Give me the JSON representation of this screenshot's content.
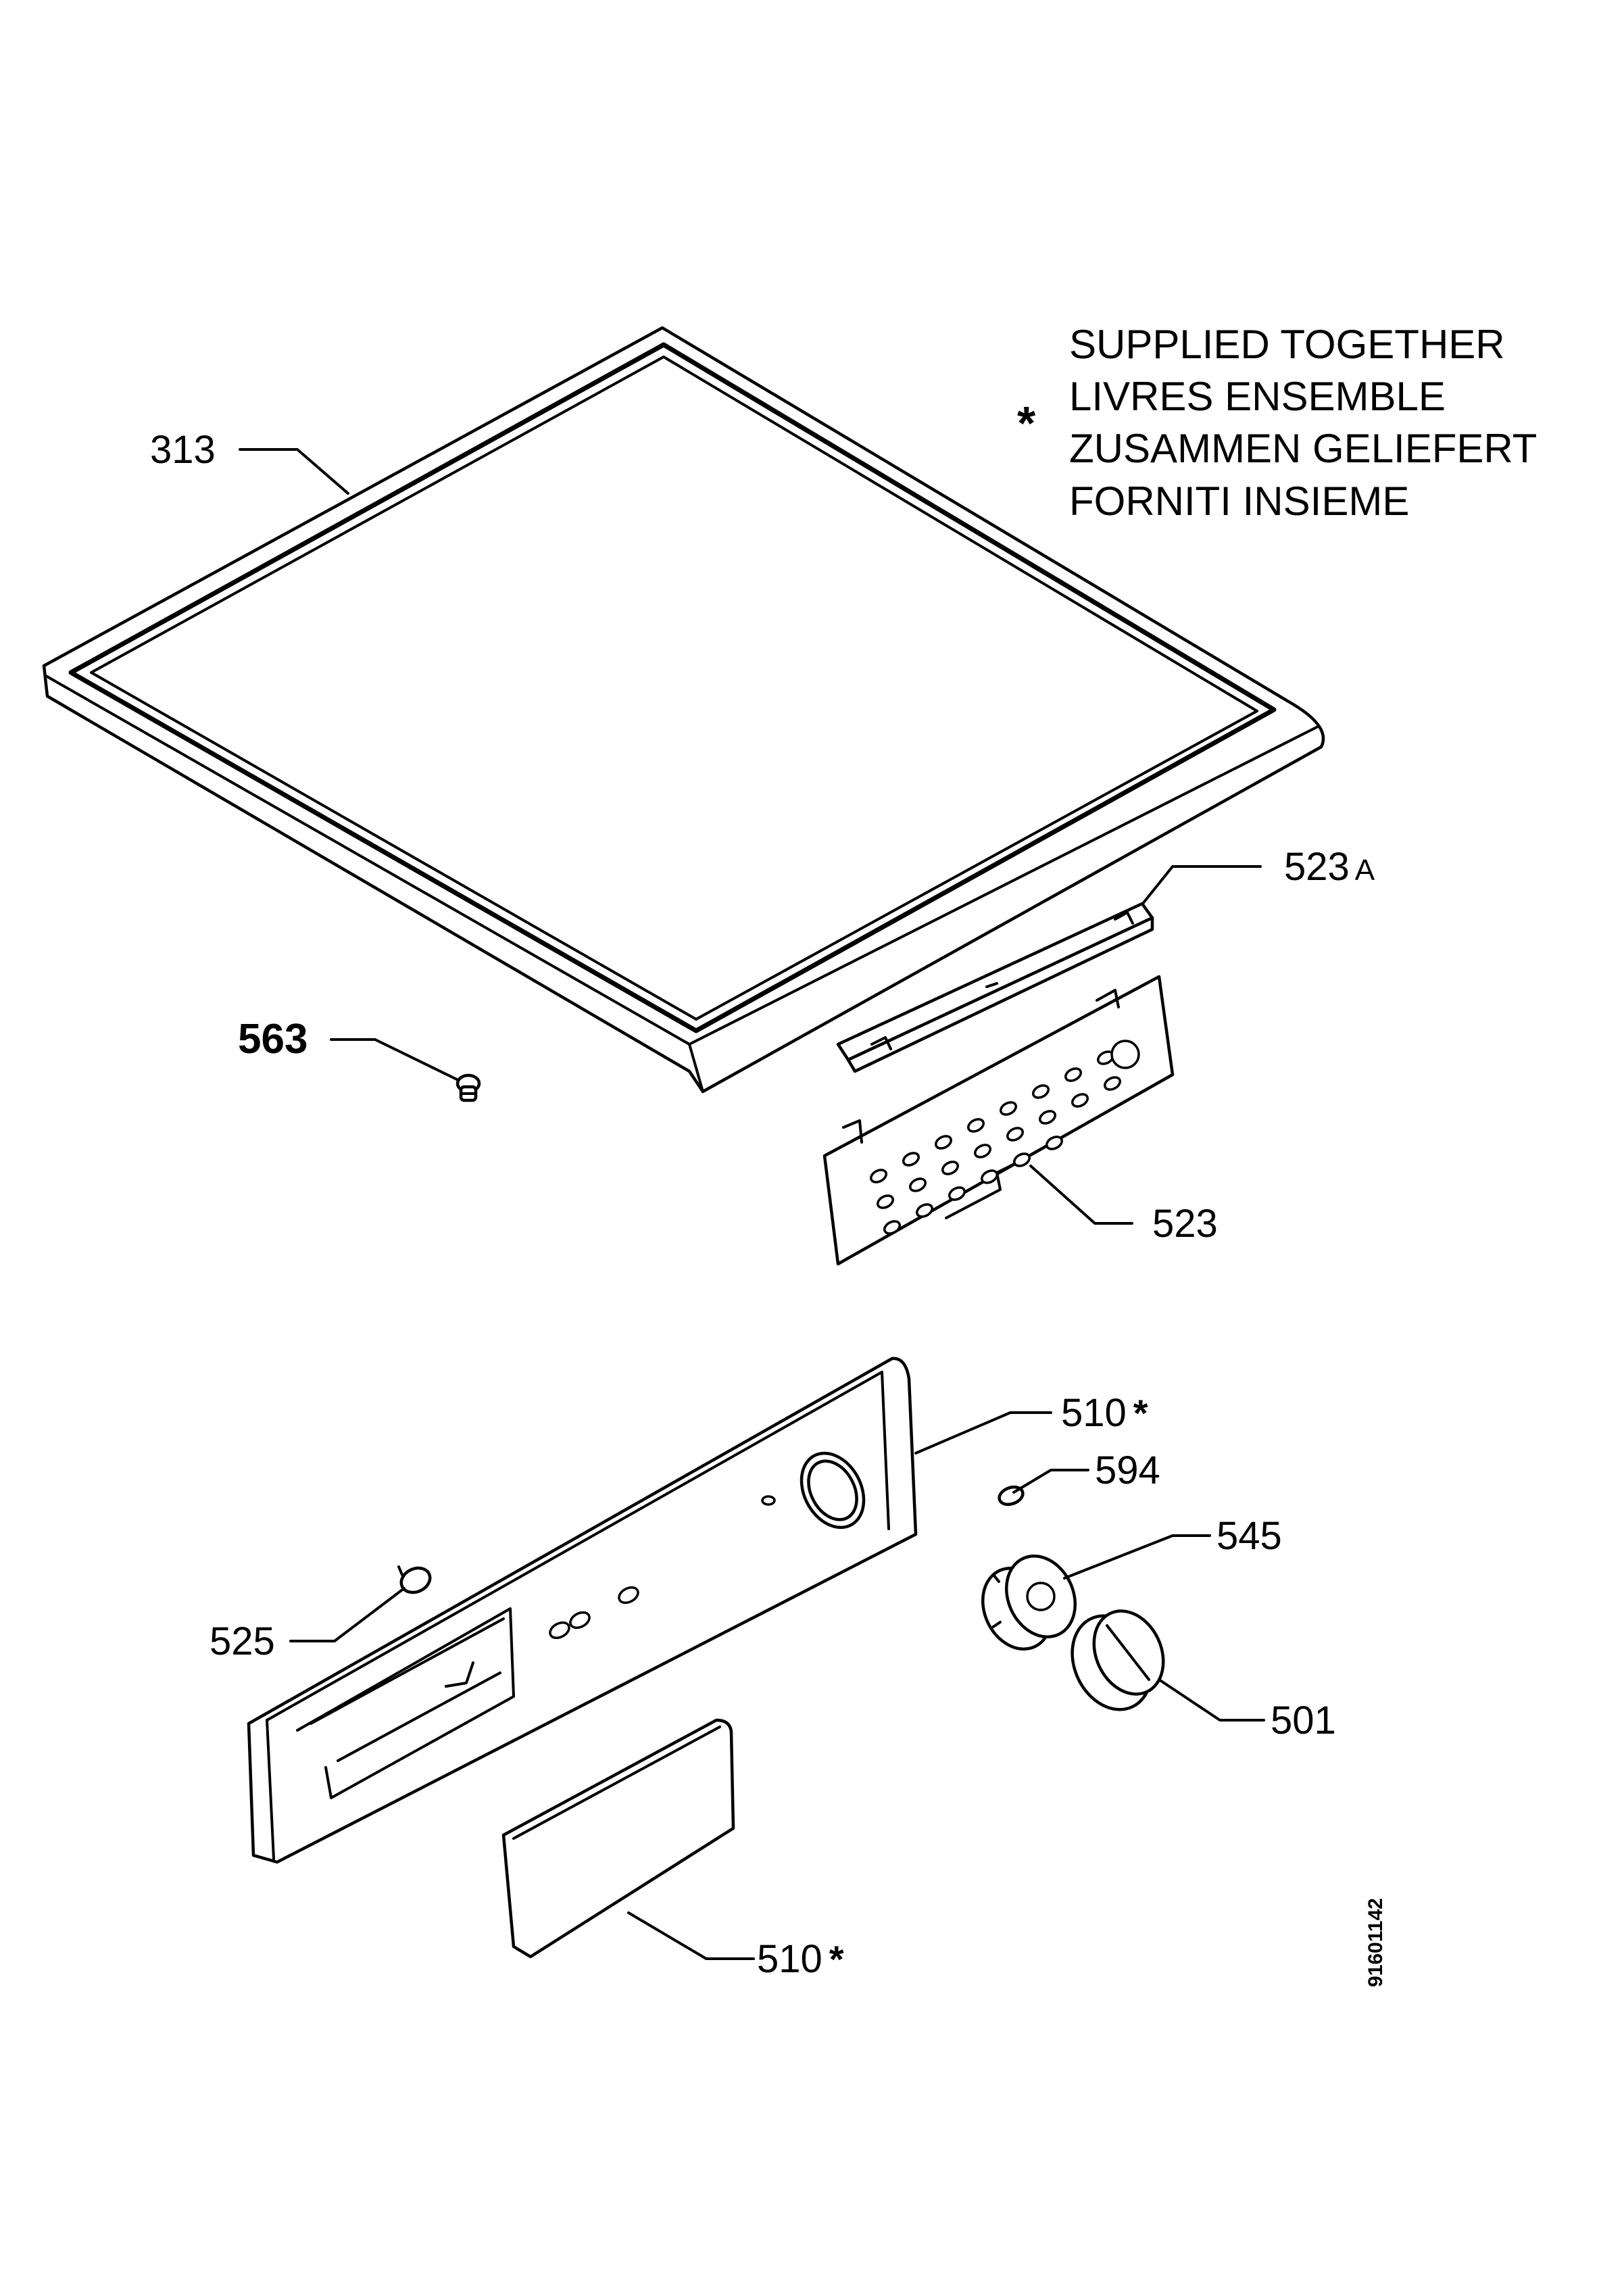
{
  "legend": {
    "symbol": "*",
    "lines": [
      "SUPPLIED TOGETHER",
      "LIVRES ENSEMBLE",
      "ZUSAMMEN GELIEFERT",
      "FORNITI INSIEME"
    ]
  },
  "callouts": {
    "p313": "313",
    "p523a": "523",
    "p523a_suffix": "A",
    "p563": "563",
    "p523": "523",
    "p510_top": "510",
    "p594": "594",
    "p545": "545",
    "p525": "525",
    "p501": "501",
    "p510_bottom": "510"
  },
  "doc_number": "91601142"
}
